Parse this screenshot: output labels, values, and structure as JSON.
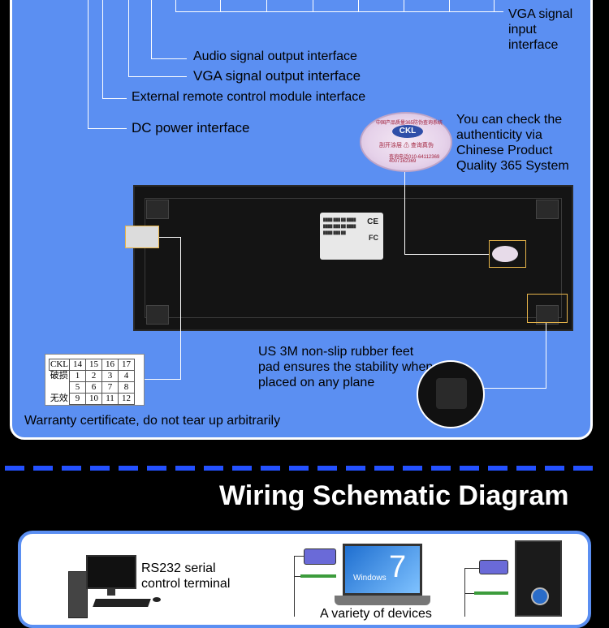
{
  "labels": {
    "vga_input": [
      "VGA signal",
      "input",
      "interface"
    ],
    "audio_out": "Audio signal output interface",
    "vga_out": "VGA signal output interface",
    "remote": "External remote control module interface",
    "dc": "DC power interface",
    "authenticity": [
      "You can check the",
      "authenticity via",
      "Chinese Product",
      "Quality 365 System"
    ],
    "feet": [
      "US 3M non-slip rubber feet",
      "pad ensures the stability when",
      "placed on any plane"
    ],
    "warranty": "Warranty certificate, do not tear up arbitrarily"
  },
  "hologram": {
    "brand": "CKL"
  },
  "warranty_card": {
    "rows": [
      [
        "CKL",
        "14",
        "15",
        "16",
        "17"
      ],
      [
        "破损",
        "1",
        "2",
        "3",
        "4"
      ],
      [
        "",
        "5",
        "6",
        "7",
        "8"
      ],
      [
        "无效",
        "9",
        "10",
        "11",
        "12"
      ]
    ]
  },
  "wiring": {
    "title": "Wiring Schematic Diagram",
    "rs232": [
      "RS232 serial",
      "control terminal"
    ],
    "laptop_os": "Windows",
    "laptop_ver": "7",
    "variety": "A variety of devices"
  },
  "colors": {
    "panel": "#5b8ff2",
    "dash": "#2451ff",
    "highlight": "#e6b44a"
  }
}
